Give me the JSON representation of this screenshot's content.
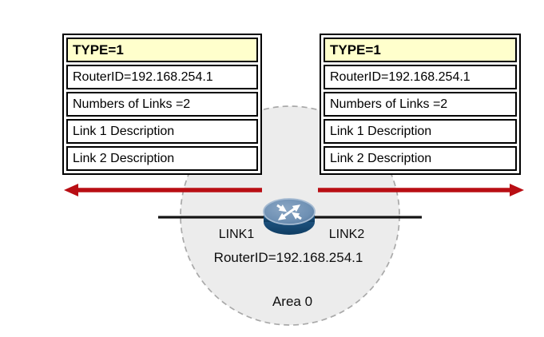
{
  "diagram": {
    "area_label": "Area 0",
    "link1_label": "LINK1",
    "link2_label": "LINK2",
    "router_id_label": "RouterID=192.168.254.1",
    "router_icon": "cisco-router-icon"
  },
  "lsa_tables": {
    "left": {
      "header": "TYPE=1",
      "rows": [
        "RouterID=192.168.254.1",
        "Numbers of Links =2",
        "Link 1 Description",
        "Link 2 Description"
      ]
    },
    "right": {
      "header": "TYPE=1",
      "rows": [
        "RouterID=192.168.254.1",
        "Numbers of Links =2",
        "Link 1 Description",
        "Link 2 Description"
      ]
    }
  },
  "colors": {
    "flood_arrow_red": "#b90e14",
    "table_header_yellow": "#ffffcc",
    "area_fill_gray": "#ececec",
    "area_border_gray": "#a9a9a9",
    "link_line_black": "#141414",
    "router_body_dark_blue": "#16486f",
    "router_top_blue": "#6d8fb3"
  }
}
